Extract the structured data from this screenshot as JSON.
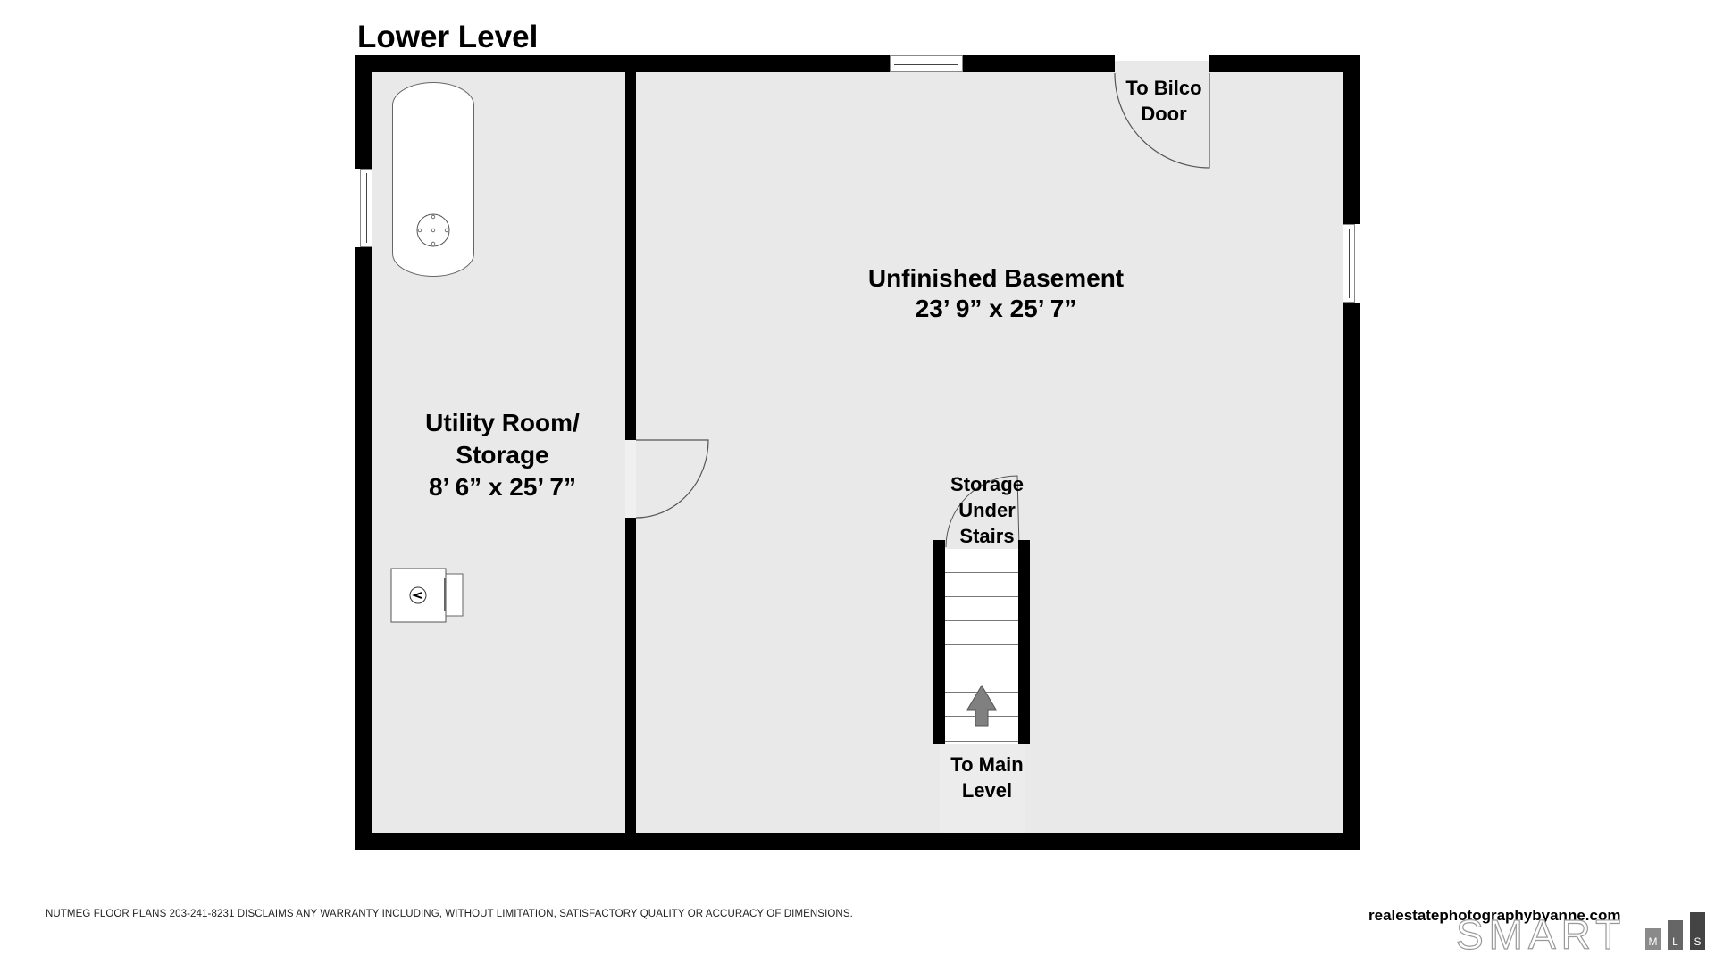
{
  "plan": {
    "title": "Lower Level",
    "rooms": [
      {
        "name": "Utility Room/",
        "name2": "Storage",
        "dimensions": "8’ 6” x 25’ 7”"
      },
      {
        "name": "Unfinished Basement",
        "dimensions": "23’ 9” x 25’ 7”"
      }
    ],
    "annotations": {
      "bilco_line1": "To Bilco",
      "bilco_line2": "Door",
      "storage_line1": "Storage",
      "storage_line2": "Under",
      "storage_line3": "Stairs",
      "main_line1": "To Main",
      "main_line2": "Level"
    },
    "fixtures": [
      "oil-tank",
      "furnace",
      "stairs",
      "up-arrow"
    ],
    "colors": {
      "wall": "#000000",
      "floor": "#e9e9e9",
      "fixture": "#ffffff",
      "arrow": "#808080"
    }
  },
  "footer": {
    "disclaimer": "NUTMEG FLOOR PLANS 203-241-8231 DISCLAIMS ANY WARRANTY INCLUDING, WITHOUT LIMITATION, SATISFACTORY QUALITY OR ACCURACY OF DIMENSIONS.",
    "website": "realestatephotographybyanne.com",
    "logo_text": "SMART",
    "logo_bars": [
      "M",
      "L",
      "S"
    ]
  }
}
